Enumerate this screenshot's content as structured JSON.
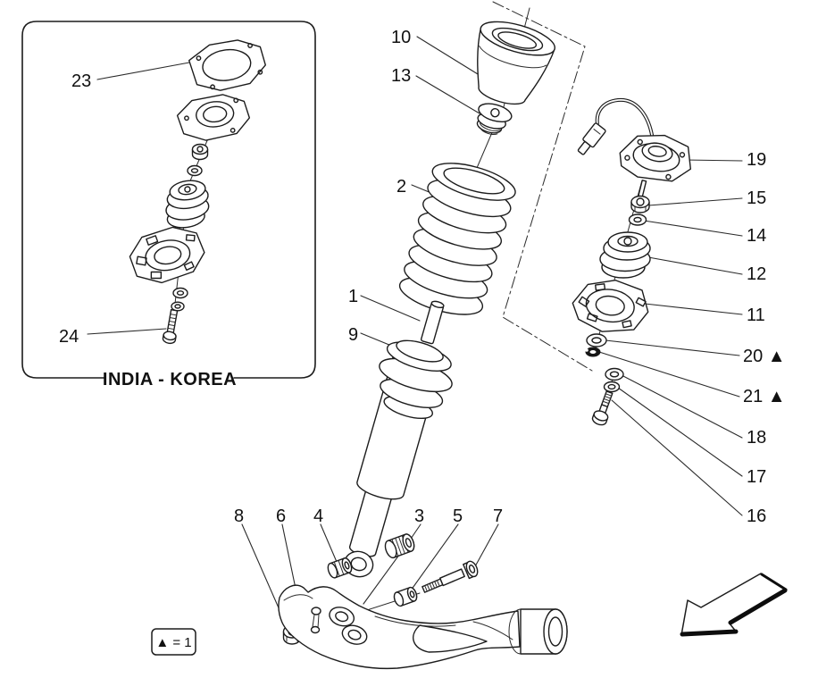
{
  "figure": {
    "kind": "exploded-parts-diagram",
    "background": "#ffffff",
    "line_color": "#1c1c1c"
  },
  "inset": {
    "caption": "INDIA - KOREA"
  },
  "legend": {
    "text": "▲ = 1"
  },
  "callouts": {
    "n1": "1",
    "n2": "2",
    "n3": "3",
    "n4": "4",
    "n5": "5",
    "n6": "6",
    "n7": "7",
    "n8": "8",
    "n9": "9",
    "n10": "10",
    "n11": "11",
    "n12": "12",
    "n13": "13",
    "n14": "14",
    "n15": "15",
    "n16": "16",
    "n17": "17",
    "n18": "18",
    "n19": "19",
    "n20": "20 ▲",
    "n21": "21 ▲",
    "n23": "23",
    "n24": "24"
  }
}
